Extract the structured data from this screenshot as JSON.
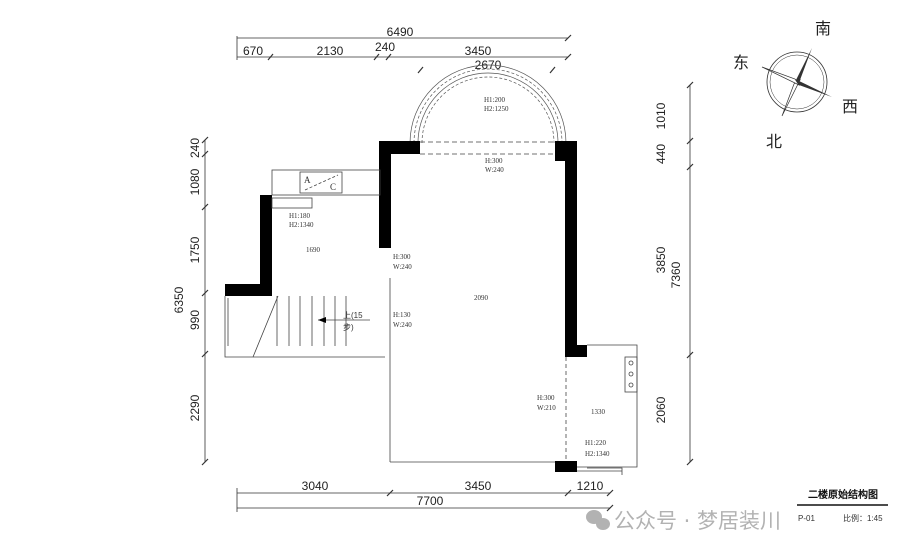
{
  "top_dims": {
    "total": "6490",
    "seg1": "670",
    "seg2": "2130",
    "seg3": "240",
    "seg4": "3450",
    "arch": "2670"
  },
  "left_dims": {
    "total": "6350",
    "segs": [
      "240",
      "1080",
      "1750",
      "990",
      "2290"
    ]
  },
  "right_dims": {
    "total": "7360",
    "segs": [
      "1010",
      "440",
      "3850",
      "2060"
    ]
  },
  "bottom_dims": {
    "total": "7700",
    "segs": [
      "3040",
      "3450",
      "1210"
    ]
  },
  "compass": {
    "south": "南",
    "east": "东",
    "west": "西",
    "north": "北"
  },
  "annotations": {
    "arch_h1": "H1:200",
    "arch_h2": "H2:1250",
    "top_opening_h": "H:300",
    "top_opening_w": "W:240",
    "left_win_h1": "H1:180",
    "left_win_h2": "H2:1340",
    "cabinet_a": "A",
    "cabinet_c": "C",
    "level_left": "1690",
    "level_main": "2090",
    "level_bath": "1330",
    "door1_h": "H:300",
    "door1_w": "W:240",
    "door2_h": "H:130",
    "door2_w": "W:240",
    "stairs": "上(15",
    "stairs2": "步)",
    "bath_door_h": "H:300",
    "bath_door_w": "W:210",
    "bath_win_h1": "H1:220",
    "bath_win_h2": "H2:1340"
  },
  "title_block": {
    "title": "二楼原始结构图",
    "code": "P-01",
    "scale": "比例：1:45"
  },
  "watermark": "公众号 · 梦居装川"
}
